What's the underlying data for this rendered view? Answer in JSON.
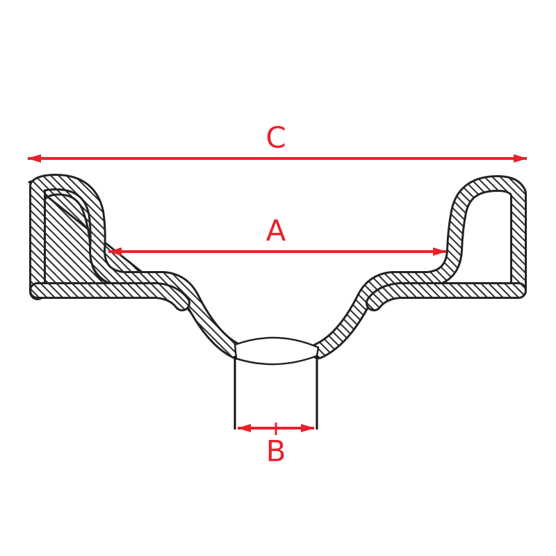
{
  "diagram": {
    "labels": {
      "a": "A",
      "b": "B",
      "c": "C"
    },
    "colors": {
      "dimension": "#e8212a",
      "outline": "#222222",
      "hatch": "#2a2a2a",
      "background": "#ffffff"
    }
  }
}
